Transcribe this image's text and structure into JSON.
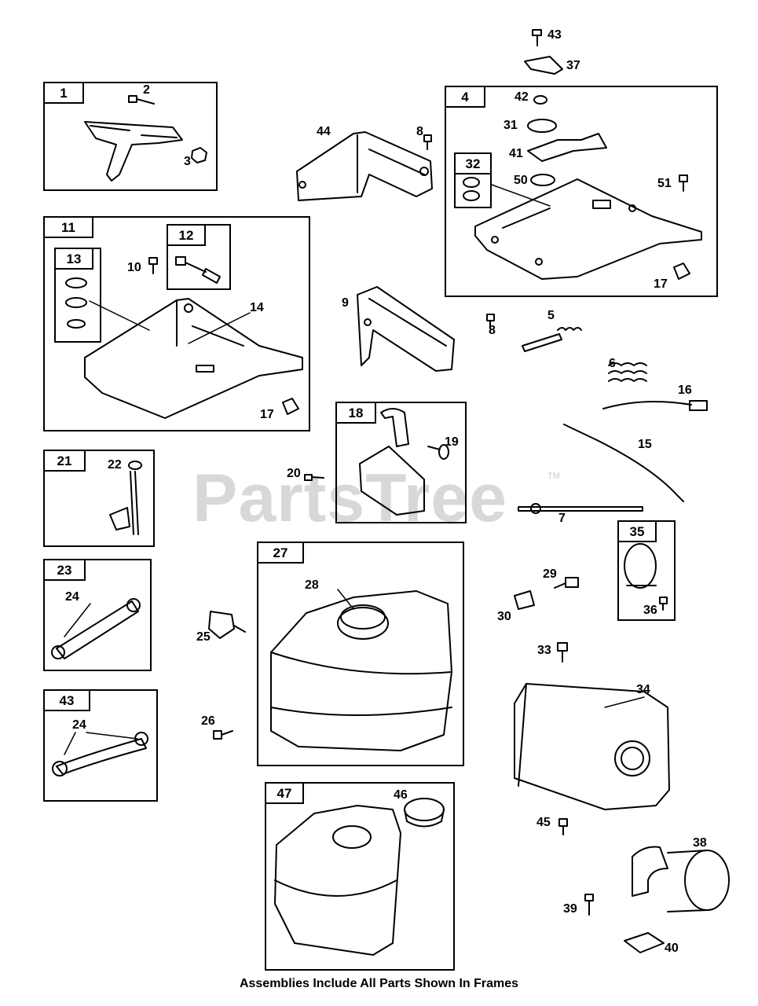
{
  "watermark": "PartsTree",
  "watermark_tm": "TM",
  "caption": "Assemblies Include All Parts Shown In Frames",
  "frames": {
    "f1": "1",
    "f4": "4",
    "f11": "11",
    "f12": "12",
    "f13": "13",
    "f18": "18",
    "f21": "21",
    "f23": "23",
    "f27": "27",
    "f32": "32",
    "f35": "35",
    "f43": "43",
    "f47": "47"
  },
  "callouts": {
    "c43top": "43",
    "c37": "37",
    "c2": "2",
    "c3": "3",
    "c44": "44",
    "c8a": "8",
    "c42": "42",
    "c31": "31",
    "c41": "41",
    "c50": "50",
    "c51": "51",
    "c17a": "17",
    "c10": "10",
    "c14": "14",
    "c17b": "17",
    "c9": "9",
    "c8b": "8",
    "c5": "5",
    "c6": "6",
    "c16": "16",
    "c15": "15",
    "c19": "19",
    "c20": "20",
    "c7": "7",
    "c22": "22",
    "c24a": "24",
    "c25": "25",
    "c28": "28",
    "c29": "29",
    "c30": "30",
    "c36": "36",
    "c33": "33",
    "c34": "34",
    "c26": "26",
    "c24b": "24",
    "c46": "46",
    "c45": "45",
    "c38": "38",
    "c39": "39",
    "c40": "40"
  }
}
